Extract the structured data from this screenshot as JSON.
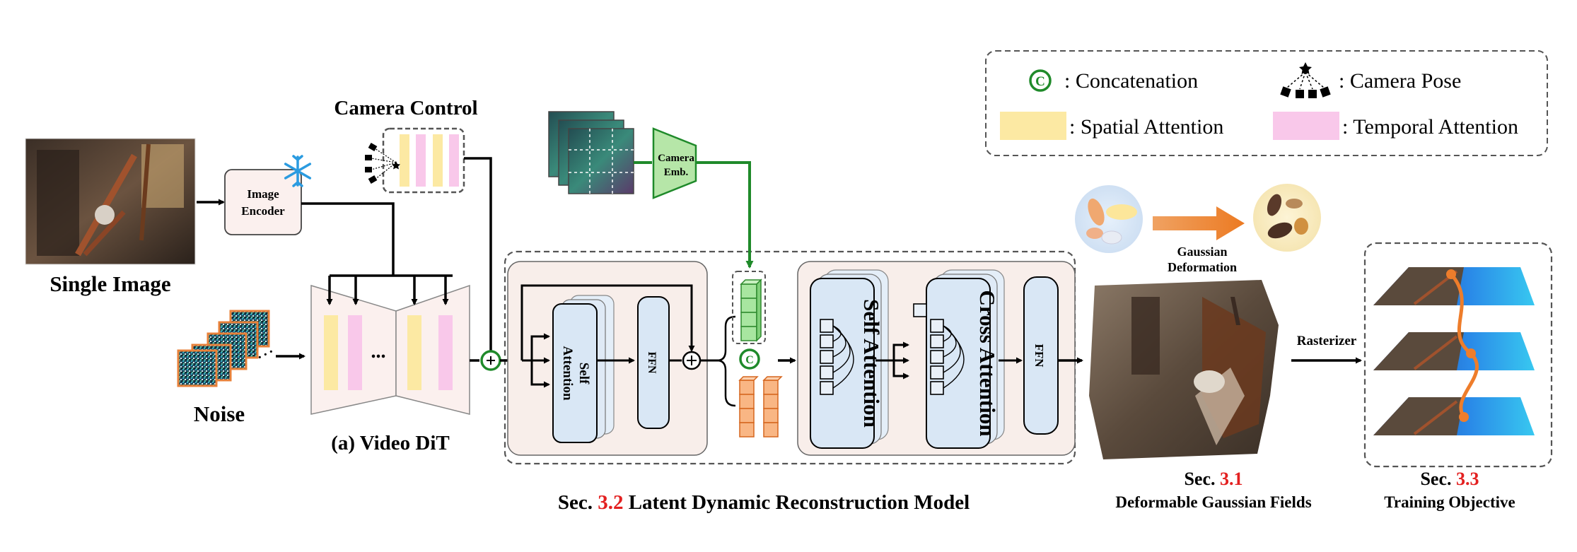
{
  "legend": {
    "concat_symbol": "C",
    "concat_label": ": Concatenation",
    "camera_pose_label": ": Camera Pose",
    "spatial_label": ": Spatial Attention",
    "temporal_label": ": Temporal Attention"
  },
  "input": {
    "image_label": "Single Image",
    "noise_label": "Noise",
    "encoder_line1": "Image",
    "encoder_line2": "Encoder"
  },
  "camera_control": {
    "title": "Camera Control"
  },
  "video_dit": {
    "ellipsis": "...",
    "label": "(a) Video DiT"
  },
  "camera_emb": {
    "line1": "Camera",
    "line2": "Emb."
  },
  "ldrm": {
    "self_attn_line1": "Self",
    "self_attn_line2": "Attention",
    "ffn": "FFN",
    "concat_symbol": "C",
    "self_attention_big": "Self Attention",
    "cross_attention_big": "Cross Attention",
    "ffn2": "FFN",
    "sec_prefix": "Sec.",
    "sec_num": "3.2",
    "sec_title": "Latent Dynamic Reconstruction Model"
  },
  "gaussian": {
    "deform_line1": "Gaussian",
    "deform_line2": "Deformation",
    "sec_prefix": "Sec.",
    "sec_num": "3.1",
    "sec_title": "Deformable Gaussian Fields"
  },
  "rasterizer": "Rasterizer",
  "training": {
    "sec_prefix": "Sec.",
    "sec_num": "3.3",
    "sec_title": "Training Objective"
  },
  "colors": {
    "spatial": "#fce9a3",
    "temporal": "#f9c8ea",
    "green": "#1f8a2a",
    "red": "#e32020",
    "panel": "#f8eeea",
    "attn_box": "#d9e7f5",
    "orange_arrow": "#ee7d2b"
  }
}
